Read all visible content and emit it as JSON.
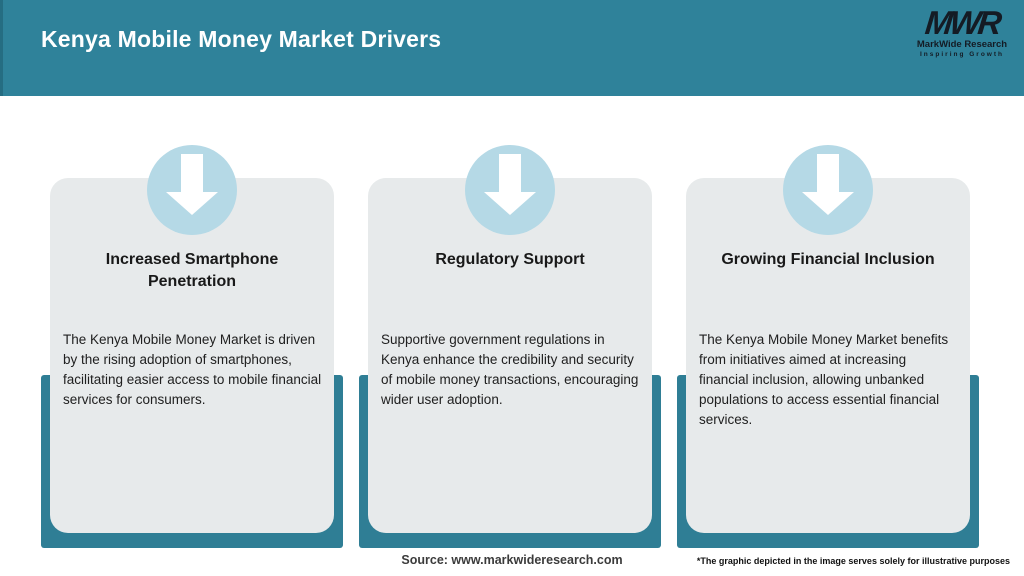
{
  "header": {
    "title": "Kenya Mobile Money Market Drivers",
    "logo": {
      "acronym": "MWR",
      "name": "MarkWide Research",
      "tagline": "Inspiring Growth"
    }
  },
  "cards": [
    {
      "icon": "down-arrow-icon",
      "title": "Increased Smartphone Penetration",
      "description": "The Kenya Mobile Money Market is driven by the rising adoption of smartphones, facilitating easier access to mobile financial services for consumers."
    },
    {
      "icon": "down-arrow-icon",
      "title": "Regulatory Support",
      "description": "Supportive government regulations in Kenya enhance the credibility and security of mobile money transactions, encouraging wider user adoption."
    },
    {
      "icon": "down-arrow-icon",
      "title": "Growing Financial Inclusion",
      "description": "The Kenya Mobile Money Market benefits from initiatives aimed at increasing financial inclusion, allowing unbanked populations to access essential financial services."
    }
  ],
  "footer": {
    "source": "Source: www.markwideresearch.com",
    "disclaimer": "*The graphic depicted in the image serves solely for illustrative purposes"
  },
  "colors": {
    "header_teal": "#2f829a",
    "shadow_teal": "#2f7e95",
    "circle_blue": "#b5d9e6",
    "card_gray": "#e7eaeb",
    "logo_navy": "#141b24",
    "title_text": "#ffffff"
  }
}
